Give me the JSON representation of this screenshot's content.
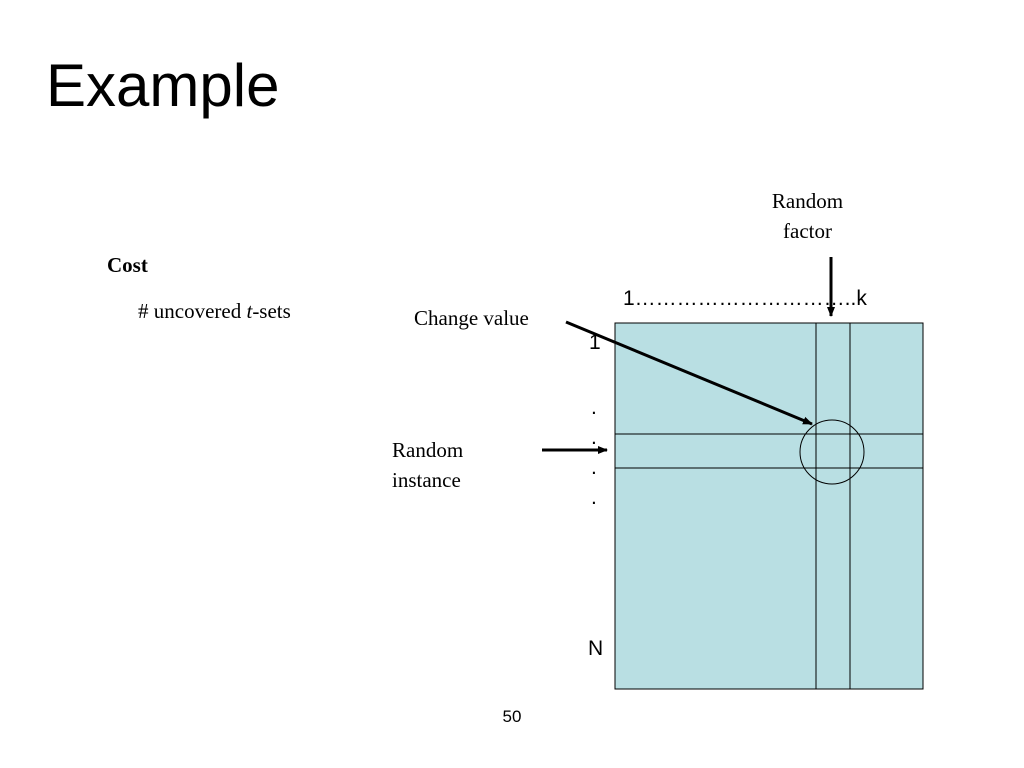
{
  "slide": {
    "title": "Example",
    "page_number": "50"
  },
  "cost": {
    "heading": "Cost",
    "bullet_prefix": "# uncovered ",
    "bullet_italic": "t",
    "bullet_suffix": "-sets"
  },
  "diagram": {
    "change_value_label": "Change value",
    "random_instance_label_line1": "Random",
    "random_instance_label_line2": "instance",
    "random_factor_label_line1": "Random",
    "random_factor_label_line2": "factor",
    "column_axis_label": "1…………………………..k",
    "row_start_label": "1",
    "row_end_label": "N",
    "row_dots": [
      ".",
      ".",
      ".",
      "."
    ],
    "colors": {
      "matrix_fill": "#b9dfe3",
      "stroke": "#000000"
    }
  }
}
